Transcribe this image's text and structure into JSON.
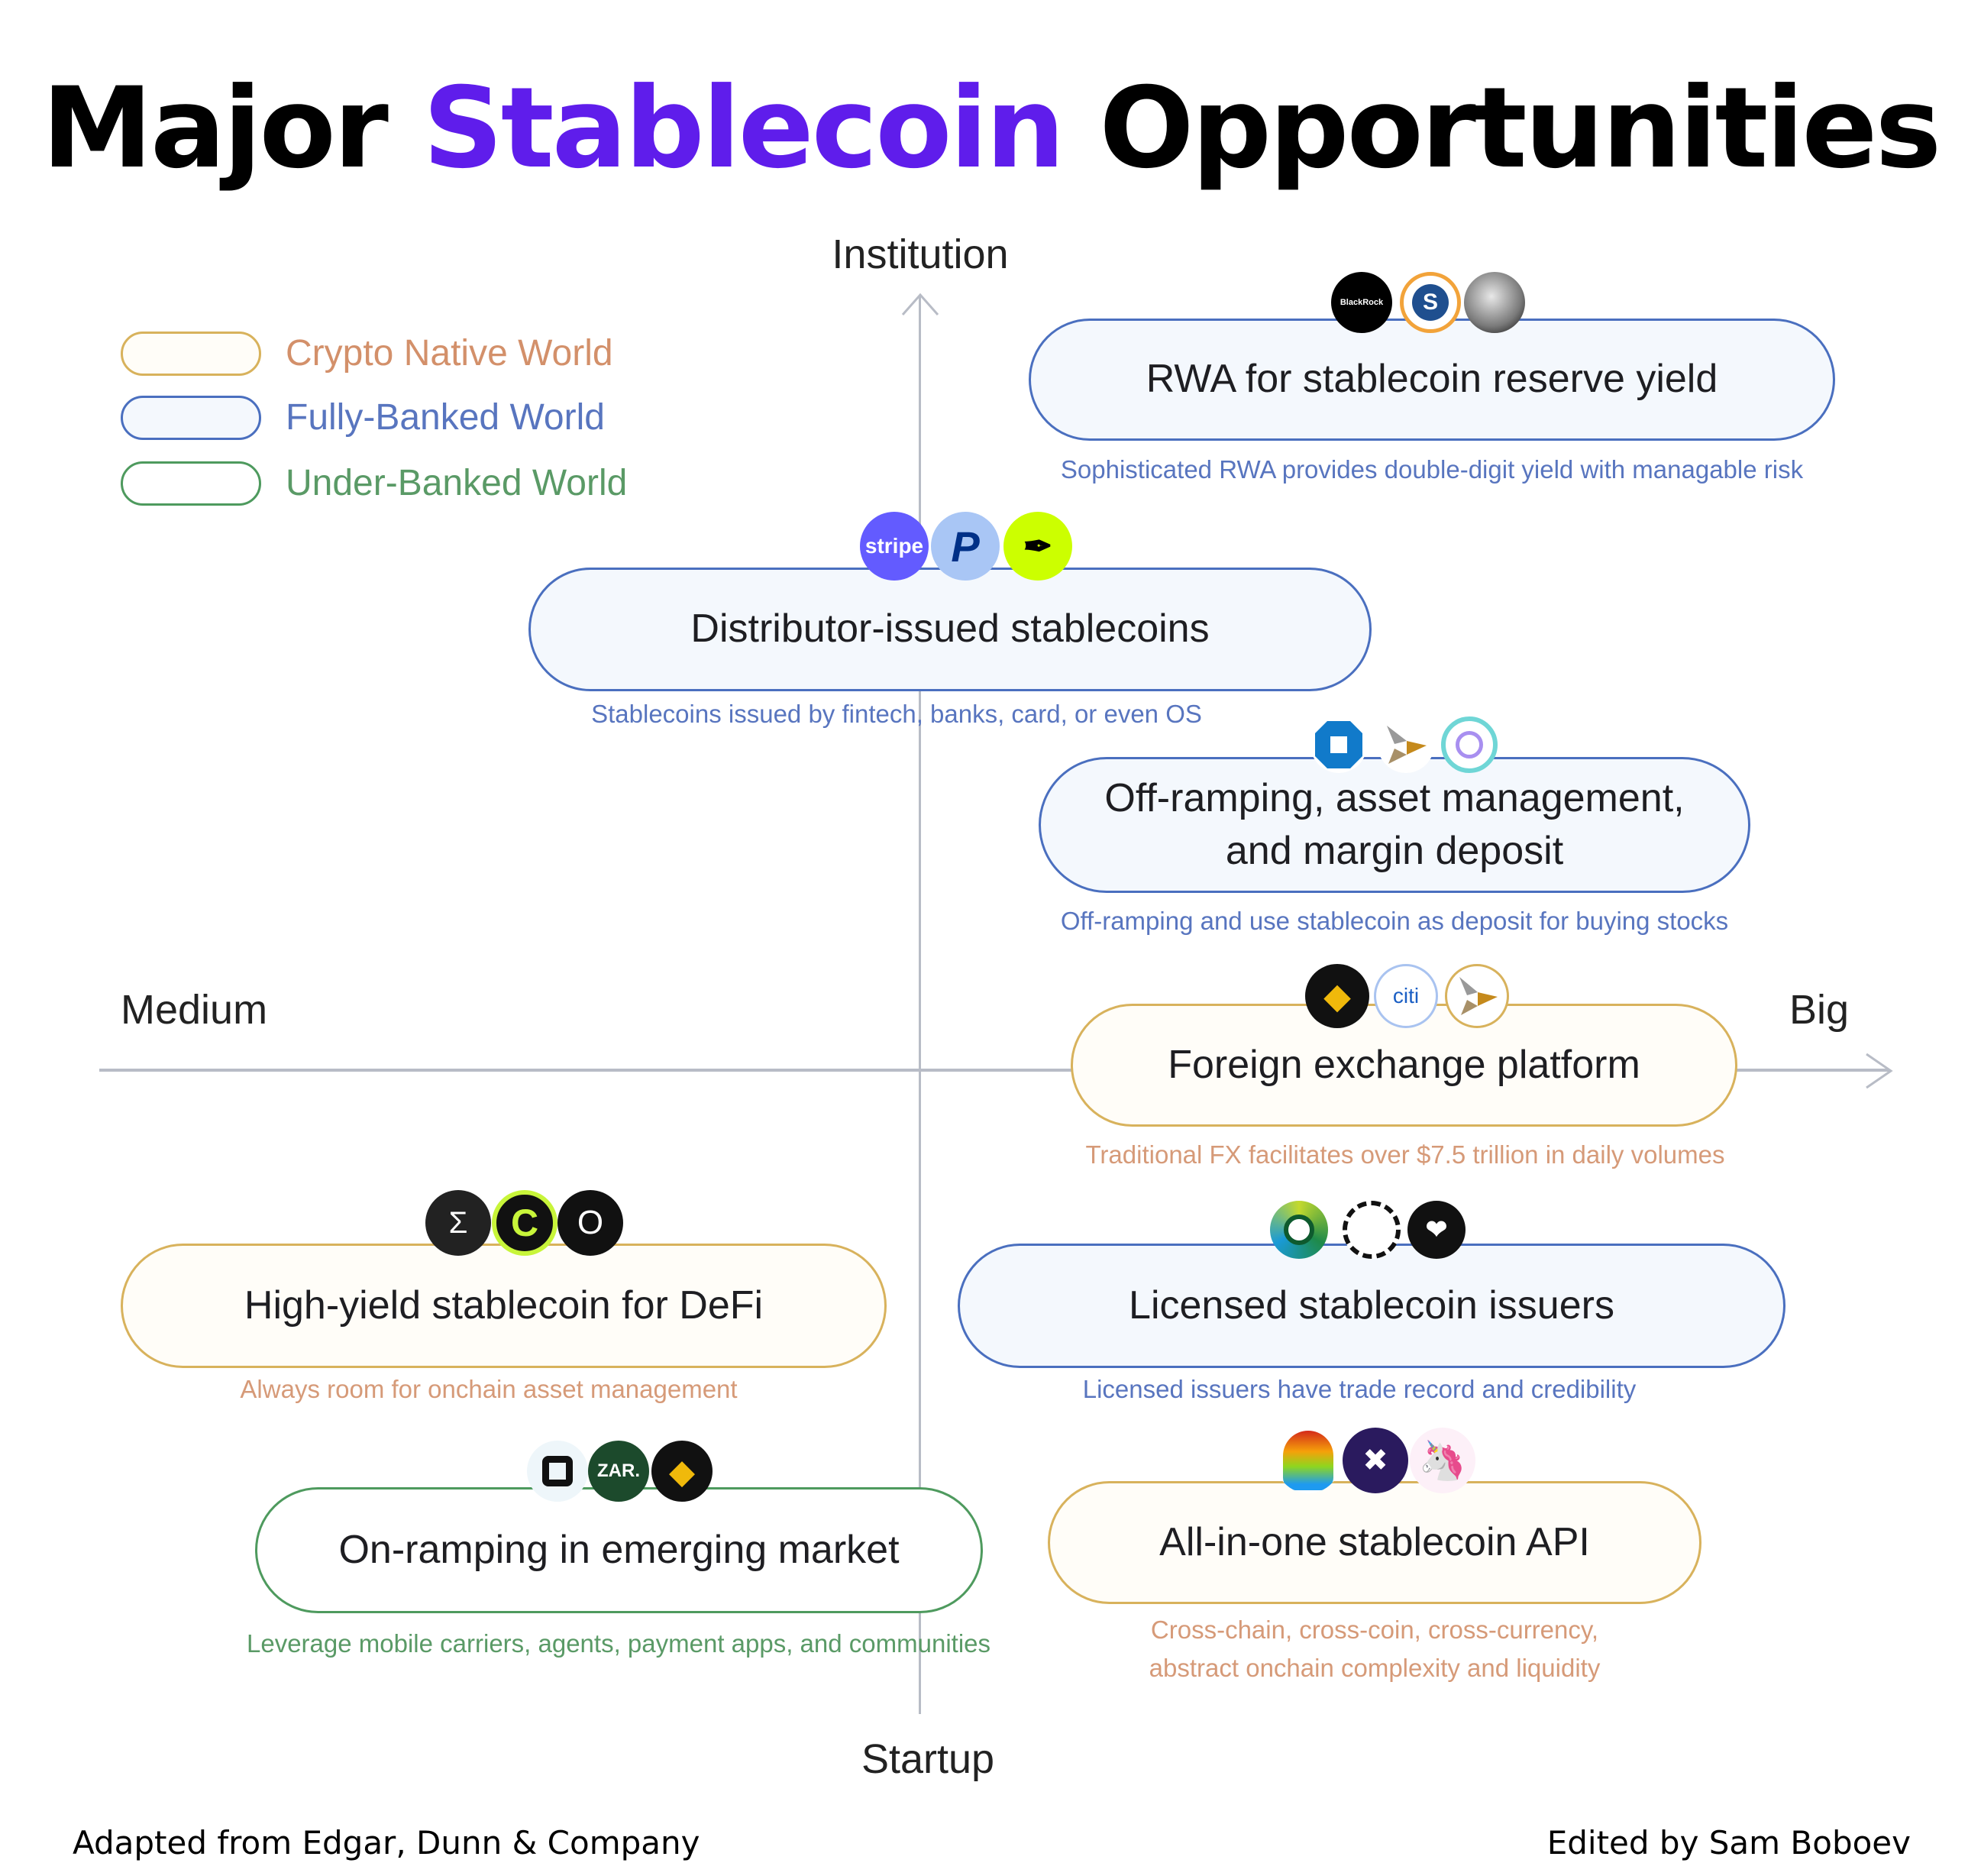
{
  "title": {
    "part1": "Major",
    "accent": "Stablecoin",
    "part2": "Opportunities",
    "accent_color": "#5F1DEB"
  },
  "legend": [
    {
      "label": "Crypto Native World",
      "border": "#d8b25c",
      "fill": "#fffdf8",
      "text_color": "#d3906a"
    },
    {
      "label": "Fully-Banked World",
      "border": "#4a6fbf",
      "fill": "#f4f8fd",
      "text_color": "#5875bf"
    },
    {
      "label": "Under-Banked World",
      "border": "#4e9a5e",
      "fill": "#ffffff",
      "text_color": "#5a9a66"
    }
  ],
  "axes": {
    "top": "Institution",
    "bottom": "Startup",
    "left": "Medium",
    "right": "Big"
  },
  "opportunities": [
    {
      "title": "RWA for stablecoin reserve yield",
      "caption": "Sophisticated RWA provides double-digit yield with managable risk",
      "world": "Fully-Banked World",
      "icons": [
        {
          "name": "blackrock",
          "text": "BlackRock"
        },
        {
          "name": "superstate",
          "text": "S"
        },
        {
          "name": "franklin-templeton",
          "text": ""
        }
      ]
    },
    {
      "title": "Distributor-issued stablecoins",
      "caption": "Stablecoins issued by fintech, banks, card, or even OS",
      "world": "Fully-Banked World",
      "icons": [
        {
          "name": "stripe",
          "text": "stripe"
        },
        {
          "name": "paypal",
          "text": "P"
        },
        {
          "name": "robinhood",
          "text": "✒"
        }
      ]
    },
    {
      "title_line1": "Off-ramping, asset management,",
      "title_line2": "and margin deposit",
      "caption": "Off-ramping and use stablecoin as deposit for buying stocks",
      "world": "Fully-Banked World",
      "icons": [
        {
          "name": "chase",
          "text": ""
        },
        {
          "name": "standard-chartered",
          "text": ""
        },
        {
          "name": "circle",
          "text": ""
        }
      ]
    },
    {
      "title": "Foreign exchange platform",
      "caption": "Traditional FX facilitates over $7.5 trillion in daily volumes",
      "world": "Crypto Native World",
      "icons": [
        {
          "name": "binance",
          "text": "◆"
        },
        {
          "name": "citi",
          "text": "citi"
        },
        {
          "name": "standard-chartered",
          "text": ""
        }
      ]
    },
    {
      "title": "High-yield stablecoin for DeFi",
      "caption": "Always room for onchain asset management",
      "world": "Crypto Native World",
      "icons": [
        {
          "name": "ethena",
          "text": "Σ"
        },
        {
          "name": "usual",
          "text": "C"
        },
        {
          "name": "ondo",
          "text": "O"
        }
      ]
    },
    {
      "title": "Licensed stablecoin issuers",
      "caption": "Licensed issuers have trade record and credibility",
      "world": "Fully-Banked World",
      "icons": [
        {
          "name": "paxos",
          "text": ""
        },
        {
          "name": "agora",
          "text": ""
        },
        {
          "name": "brale",
          "text": "❤"
        }
      ]
    },
    {
      "title": "On-ramping in emerging market",
      "caption": "Leverage mobile carriers, agents, payment apps, and communities",
      "world": "Under-Banked World",
      "icons": [
        {
          "name": "onramp",
          "text": ""
        },
        {
          "name": "zar",
          "text": "ZAR."
        },
        {
          "name": "binance",
          "text": "◆"
        }
      ]
    },
    {
      "title": "All-in-one stablecoin API",
      "caption_line1": "Cross-chain, cross-coin, cross-currency,",
      "caption_line2": "abstract onchain complexity and liquidity",
      "world": "Crypto Native World",
      "icons": [
        {
          "name": "curve",
          "text": ""
        },
        {
          "name": "stargate",
          "text": "✖"
        },
        {
          "name": "uniswap",
          "text": "🦄"
        }
      ]
    }
  ],
  "footer": {
    "left": "Adapted from Edgar, Dunn & Company",
    "right": "Edited by Sam Boboev"
  }
}
